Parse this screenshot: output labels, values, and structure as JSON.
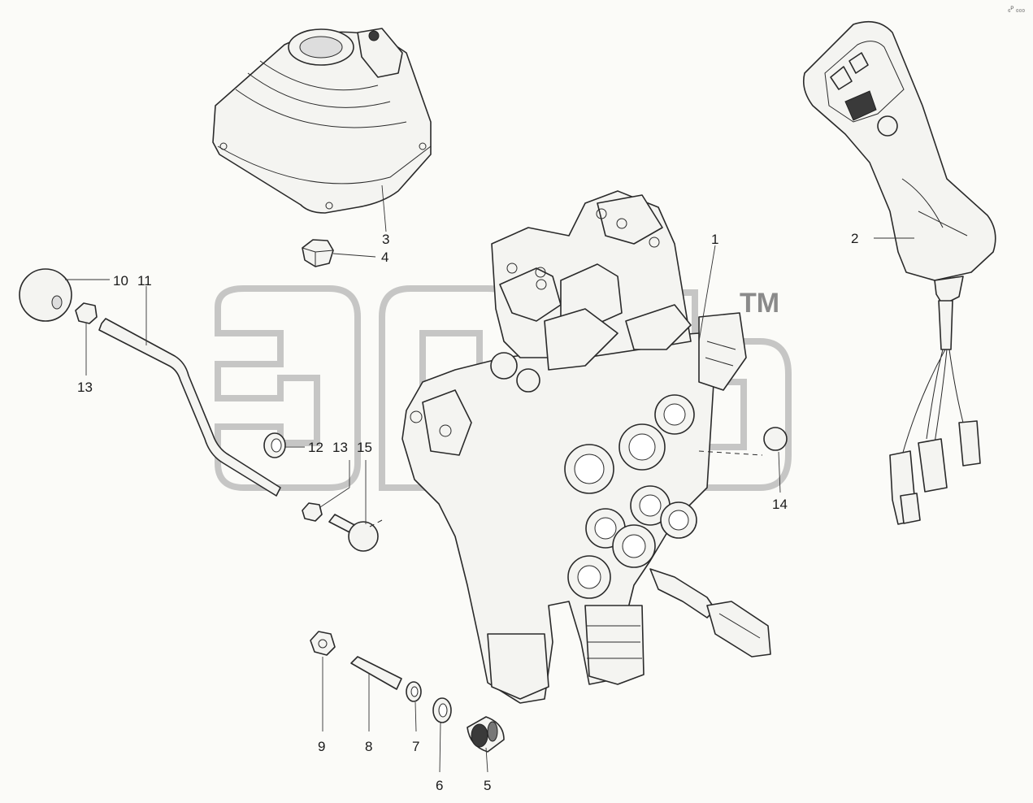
{
  "watermark": {
    "trademark": "TM"
  },
  "corner_mark": "₆ᴾ ₀₀₀",
  "callouts": {
    "c1": "1",
    "c2": "2",
    "c3": "3",
    "c4": "4",
    "c5": "5",
    "c6": "6",
    "c7": "7",
    "c8": "8",
    "c9": "9",
    "c10": "10",
    "c11": "11",
    "c12": "12",
    "c13a": "13",
    "c13b": "13",
    "c14": "14",
    "c15": "15"
  }
}
